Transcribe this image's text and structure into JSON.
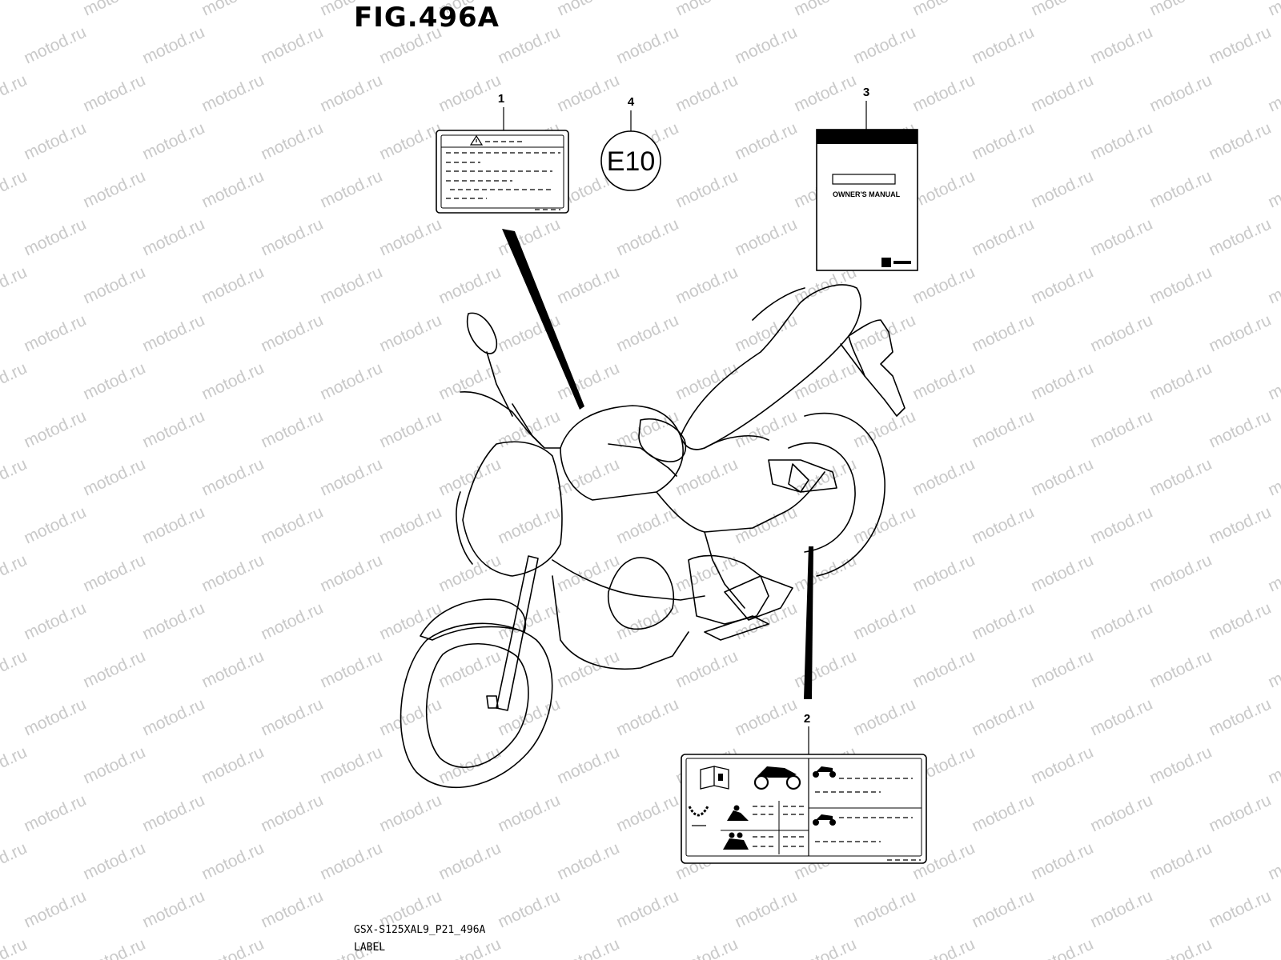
{
  "figure": {
    "title": "FIG.496A",
    "drawing_code": "GSX-S125XAL9_P21_496A",
    "section_name": "LABEL"
  },
  "callouts": {
    "warning_label": {
      "number": "1"
    },
    "tire_info_label": {
      "number": "2"
    },
    "owners_manual": {
      "number": "3",
      "cover_text": "OWNER'S MANUAL"
    },
    "e10_sticker": {
      "number": "4",
      "text": "E10"
    }
  },
  "watermark": {
    "text": "motod.ru"
  },
  "colors": {
    "ink": "#000000",
    "watermark": "#c9c9c9",
    "background": "#ffffff"
  }
}
